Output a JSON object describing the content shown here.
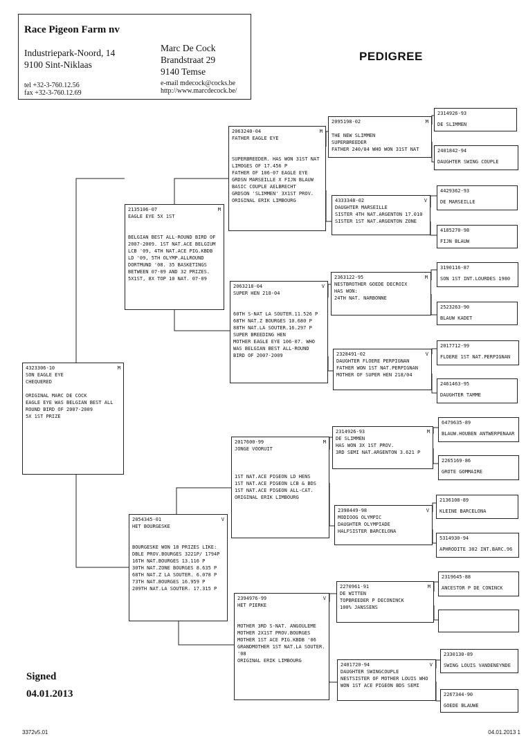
{
  "header": {
    "farm_name": "Race Pigeon Farm nv",
    "address_line1": "Industriepark-Noord, 14",
    "address_line2": "9100 Sint-Niklaas",
    "owner_name": "Marc De Cock",
    "owner_street": "Brandstraat 29",
    "owner_city": "9140 Temse",
    "tel": "tel +32-3-760.12.56",
    "fax": "fax +32-3-760.12.69",
    "email": "e-mail mdecock@cocks.be",
    "web": "http://www.marcdecock.be/"
  },
  "title": "PEDIGREE",
  "signed_label": "Signed",
  "signed_date": "04.01.2013",
  "footer": {
    "left": "3372v5.01",
    "right": "04.01.2013 1"
  },
  "birds": {
    "subject": {
      "ring": "4323306-10",
      "sex": "M",
      "name": "SON EAGLE EYE",
      "details": [
        "CHEQUERED",
        "",
        "ORIGINAL MARC DE COCK",
        "EAGLE EYE WAS BELGIAN BEST ALL",
        "ROUND BIRD OF 2007-2009",
        "5X 1ST PRIZE"
      ]
    },
    "sire": {
      "ring": "2135106-07",
      "sex": "M",
      "name": "EAGLE EYE 5X 1ST",
      "details": [
        "",
        "",
        "BELGIAN BEST ALL-ROUND BIRD OF",
        "2007-2009. 1ST NAT.ACE BELGIUM",
        "LCB '09, 4TH NAT.ACE PIG.KBDB",
        "LD '09, 5TH OLYMP.ALLROUND",
        "DORTMUND '08. 35 BASKETINGS",
        "BETWEEN 07-09 AND 32 PRIZES.",
        "5X1ST, 8X TOP 10 NAT. 07-09"
      ]
    },
    "dam": {
      "ring": "2054345-01",
      "sex": "V",
      "name": "HET BOURGESKE",
      "details": [
        "",
        "",
        "BOURGESKE WON 18 PRIZES LIKE:",
        "DBLE PROV.BOURGES 3221P/ 1794P",
        "16TH NAT.BOURGES 13.116 P",
        "30TH NAT.ZONE BOURGES 8.635 P",
        "68TH NAT.Z LA SOUTER. 6.078 P",
        "73TH NAT.BOURGES 16.959 P",
        "209TH NAT.LA SOUTER. 17.315 P"
      ]
    },
    "ss": {
      "ring": "2063240-04",
      "sex": "M",
      "name": "FATHER EAGLE EYE",
      "details": [
        "",
        "",
        "SUPERBREEDER. HAS WON 31ST NAT",
        "LIMOGES OF 17.456 P",
        "FATHER OF 106-07 EAGLE EYE",
        "GRDSN MARSEILLE X FIJN BLAUW",
        "BASIC COUPLE AELBRECHT",
        "GRDSON 'SLIMMEN' 3X1ST PROV.",
        "ORIGINAL ERIK LIMBOURG"
      ]
    },
    "sd": {
      "ring": "2063218-04",
      "sex": "V",
      "name": "SUPER HEN 218-04",
      "details": [
        "",
        "",
        "60TH S-NAT LA SOUTER.11.526 P",
        "68TH NAT.Z BOURGES 10.680 P",
        "88TH NAT.LA SOUTER.16.297 P",
        "SUPER BREEDING HEN",
        "MOTHER EAGLE EYE 106-07. WHO",
        "WAS BELGIAN BEST ALL-ROUND",
        "BIRD OF 2007-2009"
      ]
    },
    "ds": {
      "ring": "2017600-99",
      "sex": "M",
      "name": "JONGE VOORUIT",
      "details": [
        "",
        "",
        "1ST NAT.ACE PIGEON LD HENS",
        "1ST NAT.ACE PIGEON LCB & BDS",
        "1ST NAT.ACE PIGEON ALL-CAT.",
        "ORIGINAL ERIK LIMBOURG"
      ]
    },
    "dd": {
      "ring": "2394976-99",
      "sex": "V",
      "name": "HET PIERKE",
      "details": [
        "",
        "",
        "MOTHER 3RD S-NAT. ANGOULEME",
        "MOTHER 2X1ST PROV.BOURGES",
        "MOTHER 1ST ACE PIG.KBDB '06",
        "GRANDMOTHER 1ST NAT.LA SOUTER.",
        "'08",
        "ORIGINAL ERIK LIMBOURG"
      ]
    },
    "sss": {
      "ring": "2095198-02",
      "sex": "M",
      "name": "THE NEW SLIMMEN",
      "details": [
        "",
        "SUPERBREEDER",
        "FATHER 240/04 WHO WON 31ST NAT"
      ]
    },
    "ssd": {
      "ring": "4333348-02",
      "sex": "V",
      "name": "DAUGHTER MARSEILLE",
      "details": [
        "",
        "SISTER 4TH NAT.ARGENTON 17.010",
        "SISTER 1ST NAT.ARGENTON ZONE"
      ]
    },
    "sds": {
      "ring": "2363122-95",
      "sex": "M",
      "name": "NESTBROTHER GOEDE DECROIX",
      "details": [
        "HAS WON:",
        "24TH NAT. NARBONNE"
      ]
    },
    "sdd": {
      "ring": "2328491-02",
      "sex": "V",
      "name": "DAUGHTER FLOERE PERPIGNAN",
      "details": [
        "",
        "FATHER WON 1ST NAT.PERPIGNAN",
        "MOTHER OF SUPER HEN 218/04"
      ]
    },
    "dss": {
      "ring": "2314926-93",
      "sex": "M",
      "name": "DE SLIMMEN",
      "details": [
        "HAS WON 3X 1ST PROV.",
        "3RD SEMI NAT.ARGENTON 3.621 P"
      ]
    },
    "dsd": {
      "ring": "2398449-98",
      "sex": "V",
      "name": "MODIOOG OLYMPIC",
      "details": [
        "",
        "DAUGHTER OLYMPIADE",
        "HALFSISTER BARCELONA"
      ]
    },
    "dds": {
      "ring": "2270961-91",
      "sex": "M",
      "name": "DE WITTEN",
      "details": [
        "",
        "TOPBREEDER P DECONINCK",
        "100% JANSSENS"
      ]
    },
    "ddd": {
      "ring": "2401720-94",
      "sex": "V",
      "name": "DAUGHTER SWINGCOUPLE",
      "details": [
        "",
        "NESTSISTER OF MOTHER LOUIS WHO",
        "WON 1ST ACE PIGEON BDS SEMI"
      ]
    },
    "g1": {
      "ring": "2314926-93",
      "name": "DE SLIMMEN"
    },
    "g2": {
      "ring": "2401842-94",
      "name": "DAUGHTER SWING COUPLE"
    },
    "g3": {
      "ring": "4429362-93",
      "name": "DE MARSEILLE"
    },
    "g4": {
      "ring": "4185270-98",
      "name": "FIJN BLAUW"
    },
    "g5": {
      "ring": "3190116-87",
      "name": "SON 1ST INT.LOURDES 1980"
    },
    "g6": {
      "ring": "2523263-90",
      "name": "BLAUW KADET"
    },
    "g7": {
      "ring": "2017712-99",
      "name": "FLOERE 1ST NAT.PERPIGNAN"
    },
    "g8": {
      "ring": "2461463-95",
      "name": "DAUGHTER TAMME"
    },
    "g9": {
      "ring": "6479635-89",
      "name": "BLAUW.HOUBEN ANTWERPENAAR"
    },
    "g10": {
      "ring": "2265169-86",
      "name": "GROTE GOMMAIRE"
    },
    "g11": {
      "ring": "2136108-89",
      "name": "KLEINE BARCELONA"
    },
    "g12": {
      "ring": "5314930-94",
      "name": "APHRODITE 302 INT.BARC.96"
    },
    "g13": {
      "ring": "2319645-88",
      "name": "ANCESTOR P DE CONINCK"
    },
    "g14": {
      "ring": "",
      "name": ""
    },
    "g15": {
      "ring": "2330130-89",
      "name": "SWING LOUIS VANDENEYNDE"
    },
    "g16": {
      "ring": "2267344-90",
      "name": "GOEDE BLAUWE"
    }
  }
}
